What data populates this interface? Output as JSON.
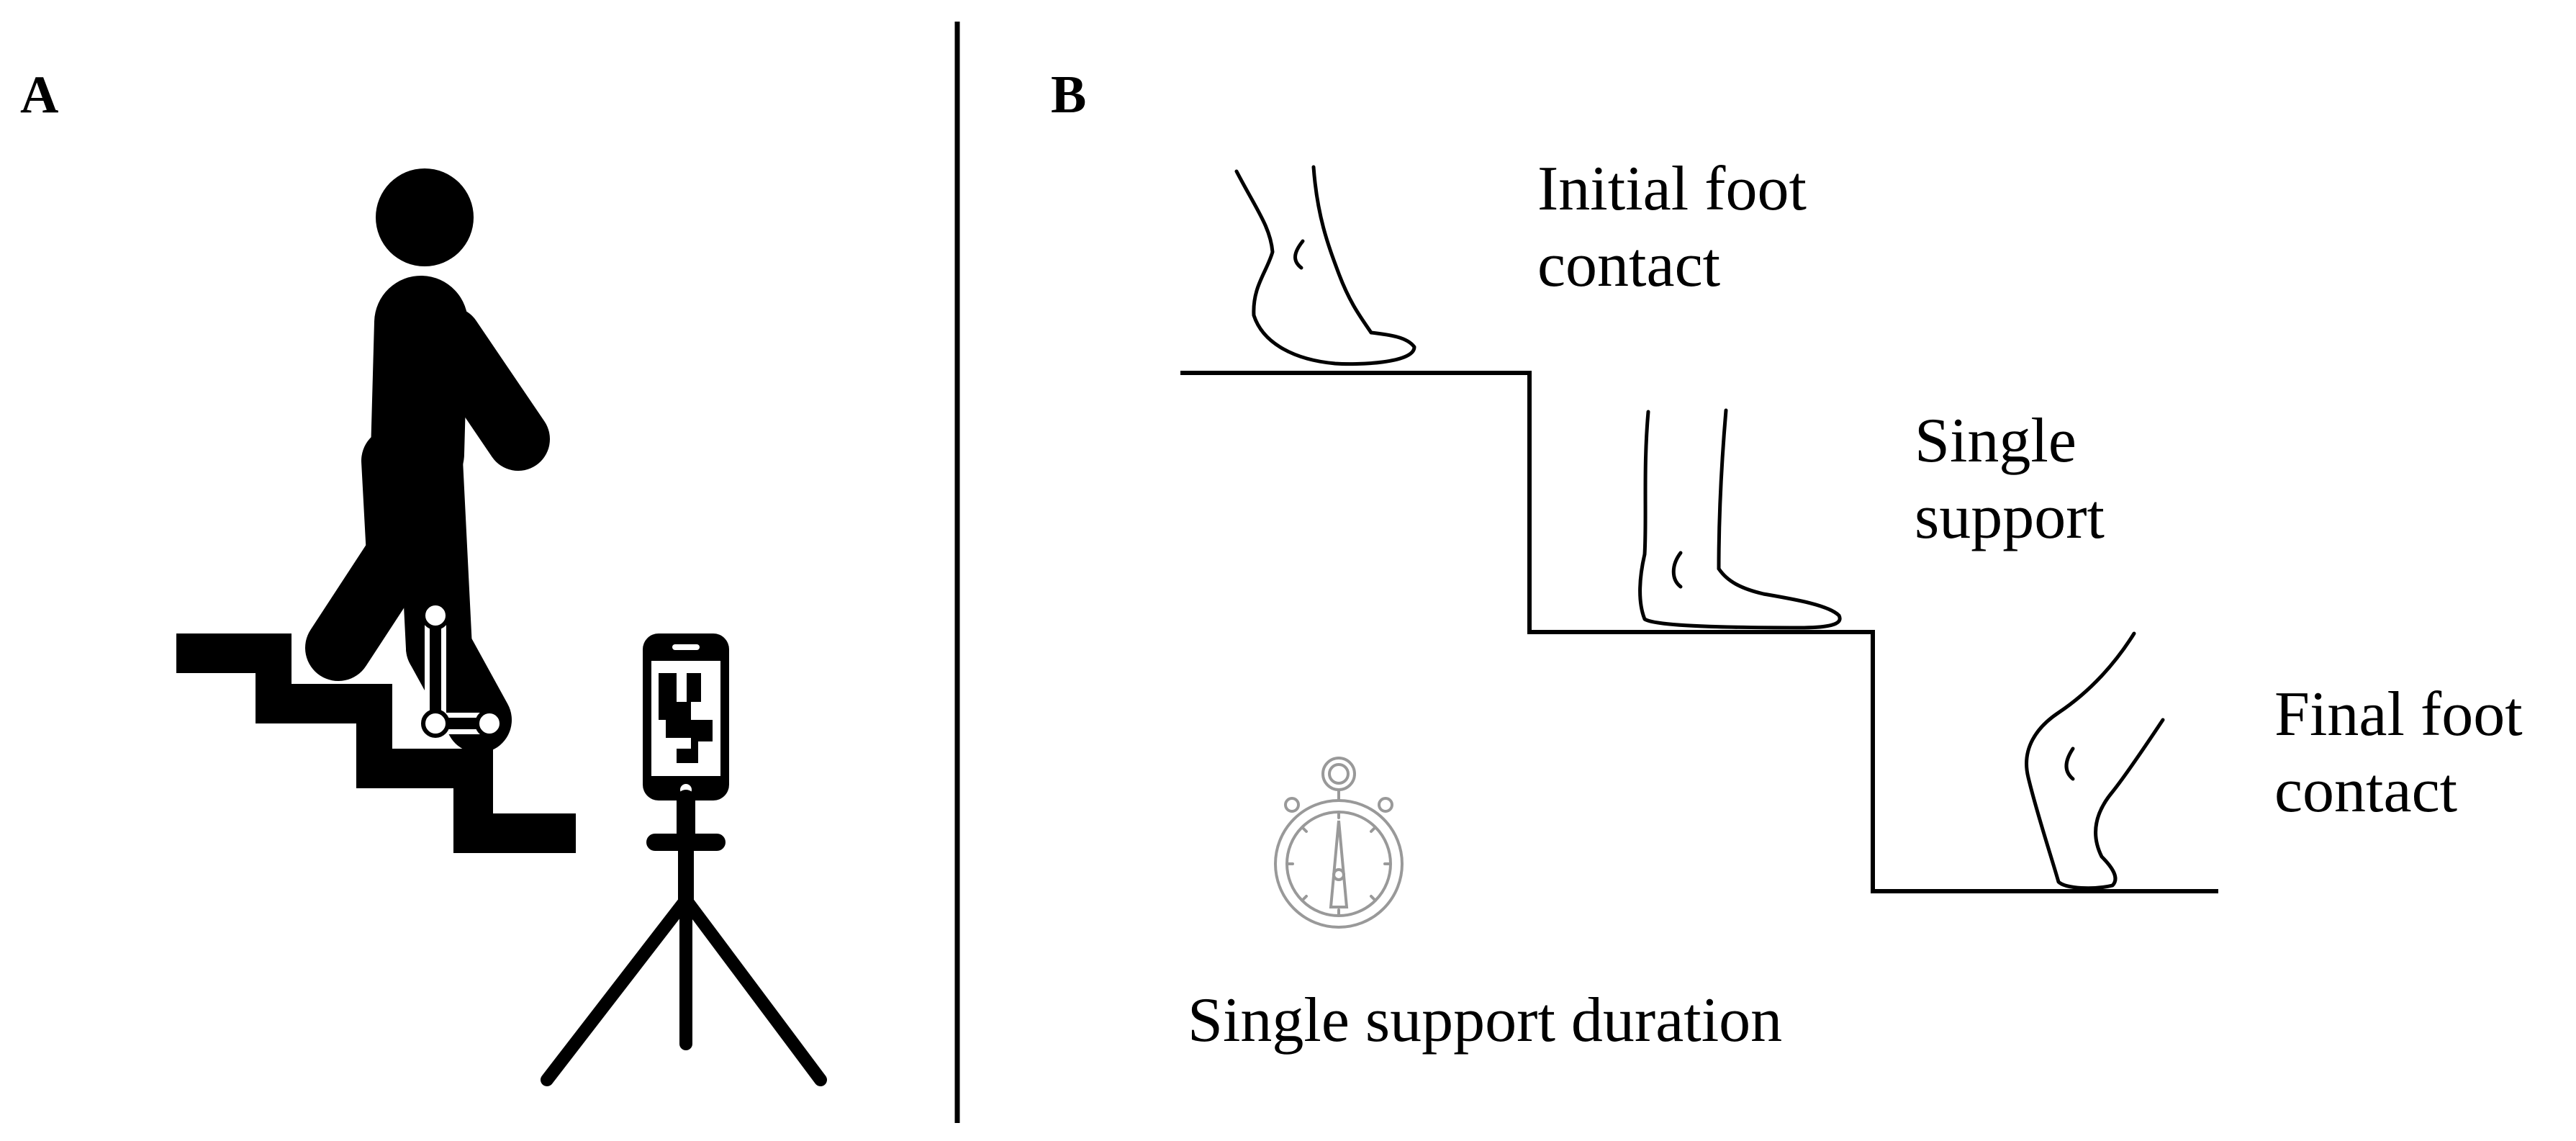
{
  "panel_a": {
    "label": "A",
    "icons": [
      "walking-person-icon",
      "staircase-icon",
      "smartphone-icon",
      "tripod-icon"
    ]
  },
  "panel_b": {
    "label": "B",
    "initial_contact": [
      "Initial foot",
      "contact"
    ],
    "single_support": [
      "Single",
      "support"
    ],
    "final_contact": [
      "Final foot",
      "contact"
    ],
    "duration_label": "Single support duration",
    "icons": [
      "foot-heel-raised-icon",
      "foot-flat-icon",
      "foot-toe-contact-icon",
      "stopwatch-icon"
    ]
  }
}
